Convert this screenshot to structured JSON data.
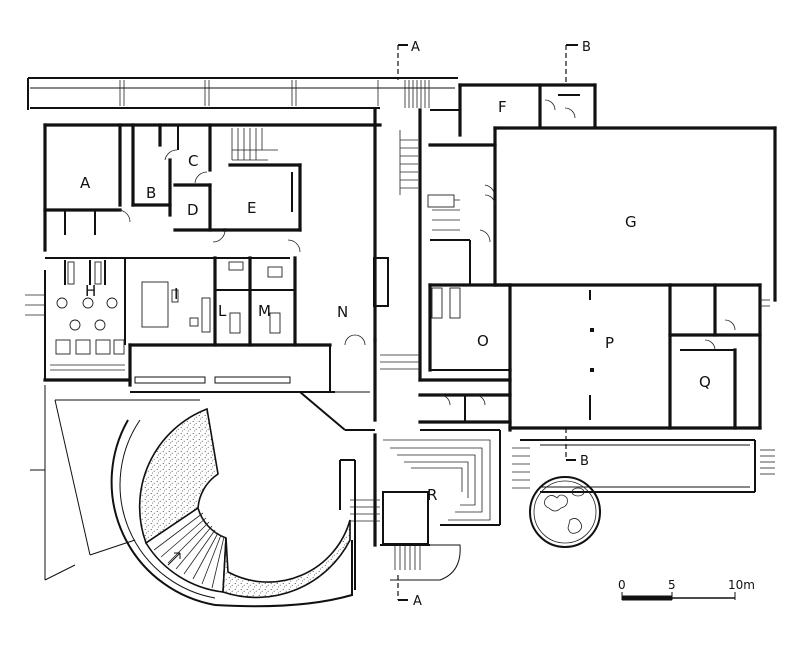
{
  "rooms": [
    {
      "id": "A",
      "label": "A"
    },
    {
      "id": "B",
      "label": "B"
    },
    {
      "id": "C",
      "label": "C"
    },
    {
      "id": "D",
      "label": "D"
    },
    {
      "id": "E",
      "label": "E"
    },
    {
      "id": "F",
      "label": "F"
    },
    {
      "id": "G",
      "label": "G"
    },
    {
      "id": "H",
      "label": "H"
    },
    {
      "id": "I",
      "label": "I"
    },
    {
      "id": "L",
      "label": "L"
    },
    {
      "id": "M",
      "label": "M"
    },
    {
      "id": "N",
      "label": "N"
    },
    {
      "id": "O",
      "label": "O"
    },
    {
      "id": "P",
      "label": "P"
    },
    {
      "id": "Q",
      "label": "Q"
    },
    {
      "id": "R",
      "label": "R"
    }
  ],
  "sections": {
    "a_top": "A",
    "a_bottom": "A",
    "b_top": "B",
    "b_bottom": "B"
  },
  "scale_bar": {
    "tick_0": "0",
    "tick_5": "5",
    "tick_10": "10m"
  }
}
